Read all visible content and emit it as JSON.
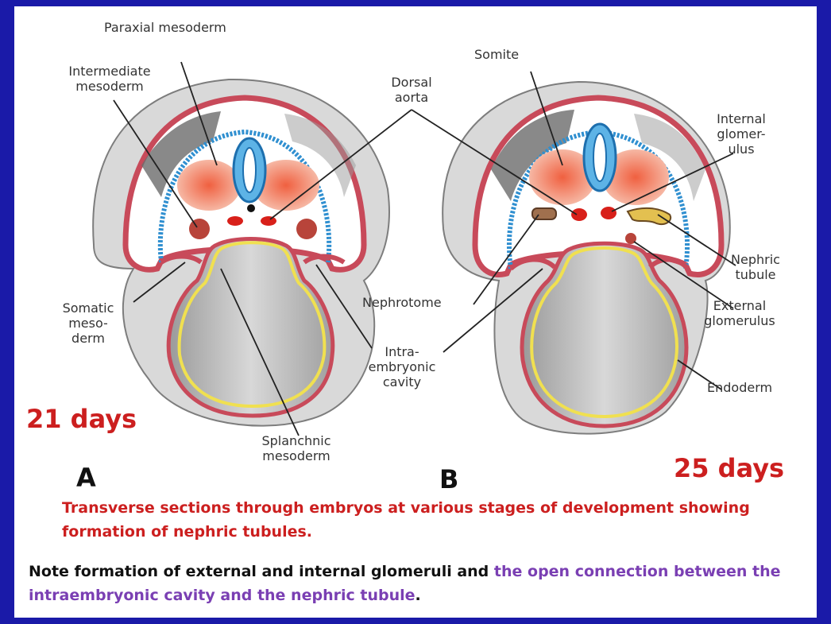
{
  "labels": {
    "paraxial_mesoderm": "Paraxial mesoderm",
    "intermediate_mesoderm": "Intermediate\nmesoderm",
    "dorsal_aorta": "Dorsal\naorta",
    "somite": "Somite",
    "internal_glomerulus": "Internal\nglomer-\nulus",
    "nephric_tubule": "Nephric\ntubule",
    "nephrotome": "Nephrotome",
    "external_glomerulus": "External\nglomerulus",
    "somatic_mesoderm": "Somatic\nmeso-\nderm",
    "intraembryonic_cavity": "Intra-\nembryonic\ncavity",
    "endoderm": "Endoderm",
    "splanchnic_mesoderm": "Splanchnic\nmesoderm"
  },
  "ages": {
    "a": "21 days",
    "b": "25 days"
  },
  "panels": {
    "a": "A",
    "b": "B"
  },
  "caption": "Transverse sections through embryos at various stages of development showing formation of nephric tubules.",
  "note": {
    "part1": "Note formation of external and internal glomeruli and ",
    "part2": "the open connection between the intraembryonic cavity and the nephric tubule",
    "part3": "."
  },
  "colors": {
    "background": "#1a1aa8",
    "caption": "#cc1f1f",
    "highlight": "#7a3fb3",
    "ectoderm": "#c84a5a",
    "neural": "#2f8fd0",
    "endoderm": "#f0e050"
  }
}
